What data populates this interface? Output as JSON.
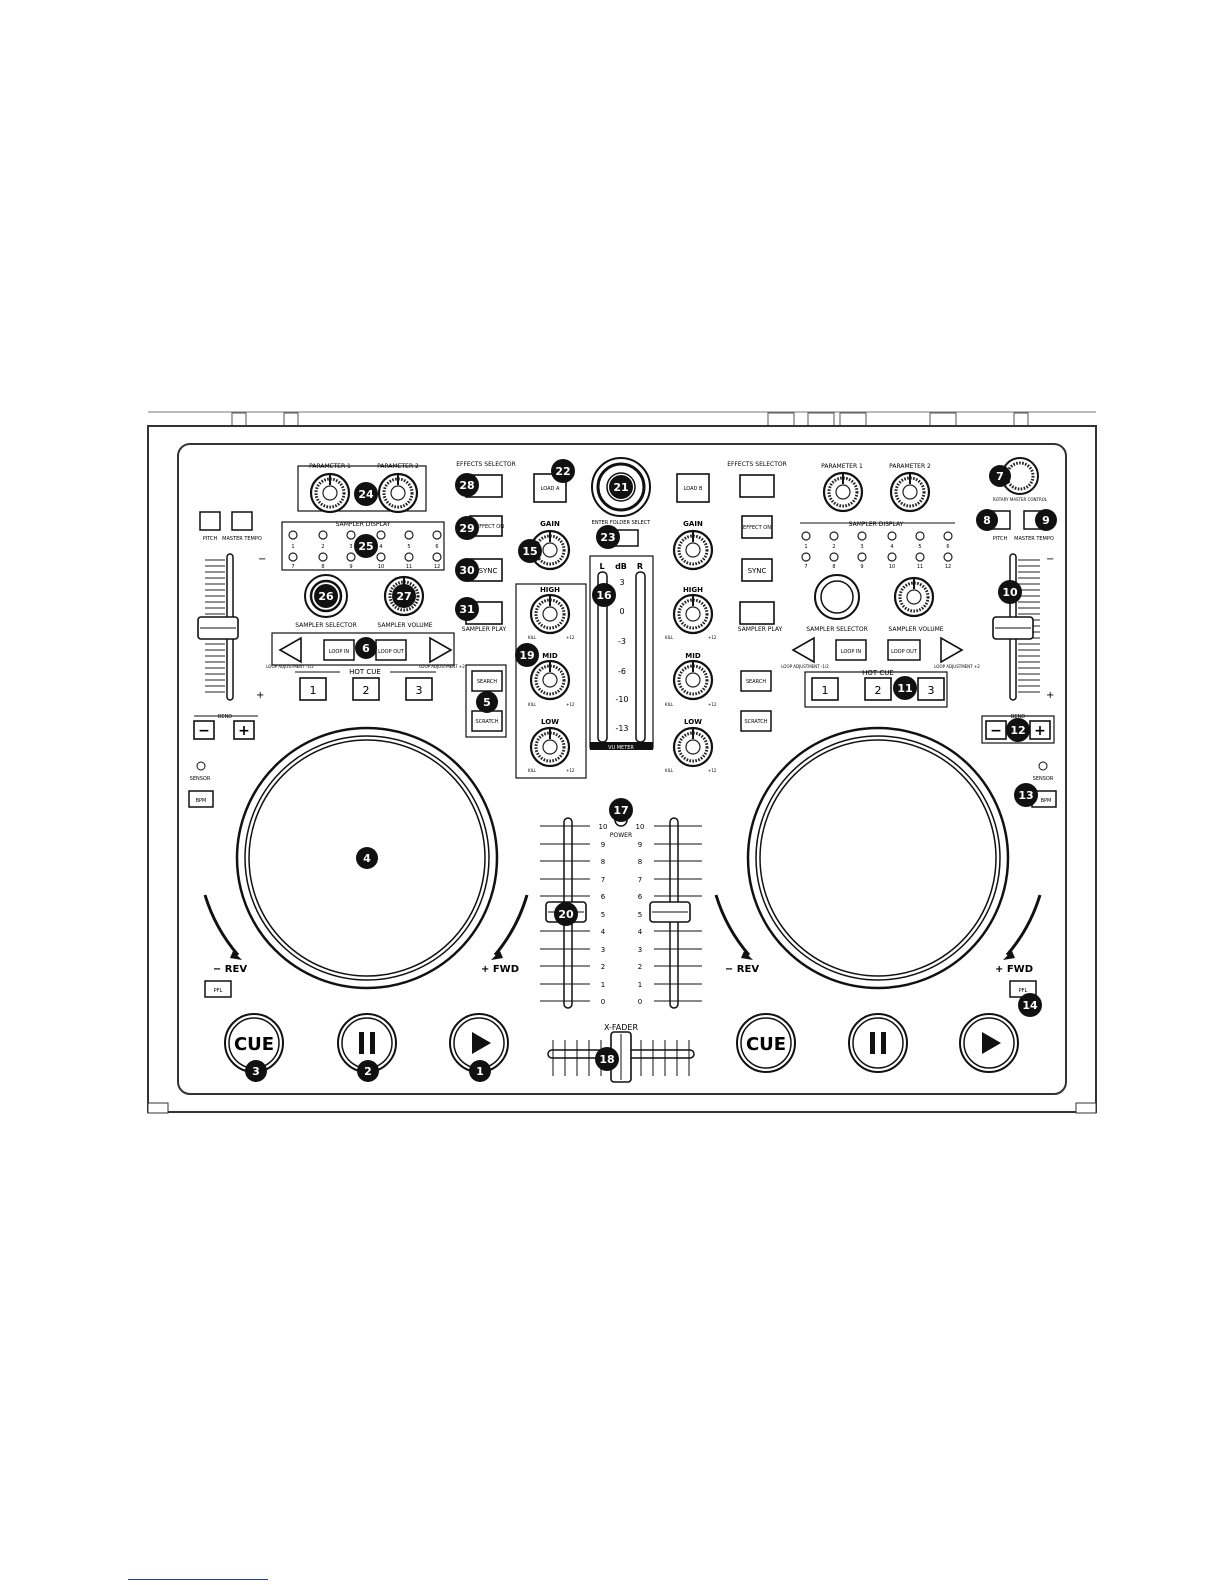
{
  "deck_labels": {
    "parameter_1": "PARAMETER 1",
    "parameter_2": "PARAMETER 2",
    "effects_selector": "EFFECTS SELECTOR",
    "effect_on": "EFFECT ON",
    "sync": "SYNC",
    "sampler_play": "SAMPLER PLAY",
    "sampler_display": "SAMPLER DISPLAY",
    "sampler_selector": "SAMPLER SELECTOR",
    "sampler_volume": "SAMPLER VOLUME",
    "loop_in": "LOOP IN",
    "loop_out": "LOOP OUT",
    "loop_adjustment_minus": "LOOP ADJUSTMENT -1/2",
    "loop_adjustment_plus": "LOOP ADJUSTMENT +2",
    "hot_cue": "HOT CUE",
    "hot_cue_buttons": [
      "1",
      "2",
      "3"
    ],
    "search": "SEARCH",
    "scratch": "SCRATCH",
    "pitch": "PITCH",
    "master_tempo": "MASTER TEMPO",
    "bend": "BEND",
    "bend_minus": "−",
    "bend_plus": "+",
    "sensor": "SENSOR",
    "bpm": "BPM",
    "rev": "− REV",
    "fwd": "+ FWD",
    "pfl": "PFL",
    "cue": "CUE",
    "pitch_minus": "−",
    "pitch_plus": "+",
    "sampler_numbers": [
      "1",
      "2",
      "3",
      "4",
      "5",
      "6",
      "7",
      "8",
      "9",
      "10",
      "11",
      "12"
    ]
  },
  "mixer_labels": {
    "load_a": "LOAD A",
    "load_b": "LOAD B",
    "enter_folder_select": "ENTER FOLDER SELECT",
    "gain": "GAIN",
    "high": "HIGH",
    "mid": "MID",
    "low": "LOW",
    "kill": "KILL",
    "plus12": "+12",
    "vu_l": "L",
    "vu_db": "dB",
    "vu_r": "R",
    "vu_scale": [
      "3",
      "0",
      "-3",
      "-6",
      "-10",
      "-13"
    ],
    "vu_meter": "VU METER",
    "power": "POWER",
    "fader_scale": [
      "10",
      "9",
      "8",
      "7",
      "6",
      "5",
      "4",
      "3",
      "2",
      "1",
      "0"
    ],
    "x_fader": "X-FADER",
    "rotary_master_control": "ROTARY MASTER CONTROL"
  },
  "callouts": [
    "1",
    "2",
    "3",
    "4",
    "5",
    "6",
    "7",
    "8",
    "9",
    "10",
    "11",
    "12",
    "13",
    "14",
    "15",
    "16",
    "17",
    "18",
    "19",
    "20",
    "21",
    "22",
    "23",
    "24",
    "25",
    "26",
    "27",
    "28",
    "29",
    "30",
    "31"
  ]
}
